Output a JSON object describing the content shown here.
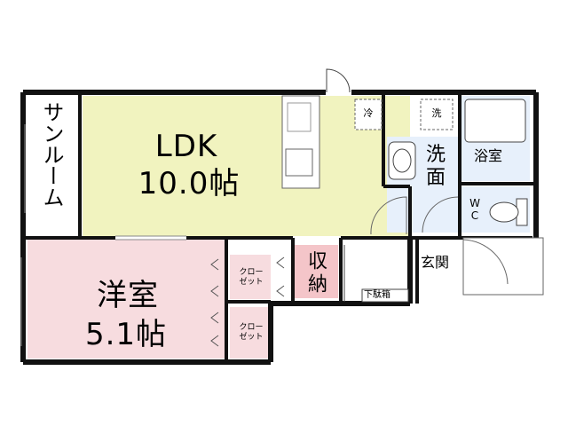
{
  "rooms": {
    "sunroom": "サンルーム",
    "ldk": "LDK",
    "ldk_size": "10.0帖",
    "western_room": "洋室",
    "western_size": "5.1帖",
    "storage": "収納",
    "closet": "クロー\nゼット",
    "washroom": "洗\n面",
    "bathroom": "浴室",
    "toilet": "W\nC",
    "entrance": "玄関",
    "shoe_box": "下駄箱"
  },
  "icons": {
    "fridge": "冷",
    "washer": "洗"
  },
  "colors": {
    "ldk": "#f1f3bf",
    "western": "#f7dcdf",
    "storage": "#f4c5c9",
    "wet_area": "#e7f0fb",
    "walls": "#111111"
  }
}
